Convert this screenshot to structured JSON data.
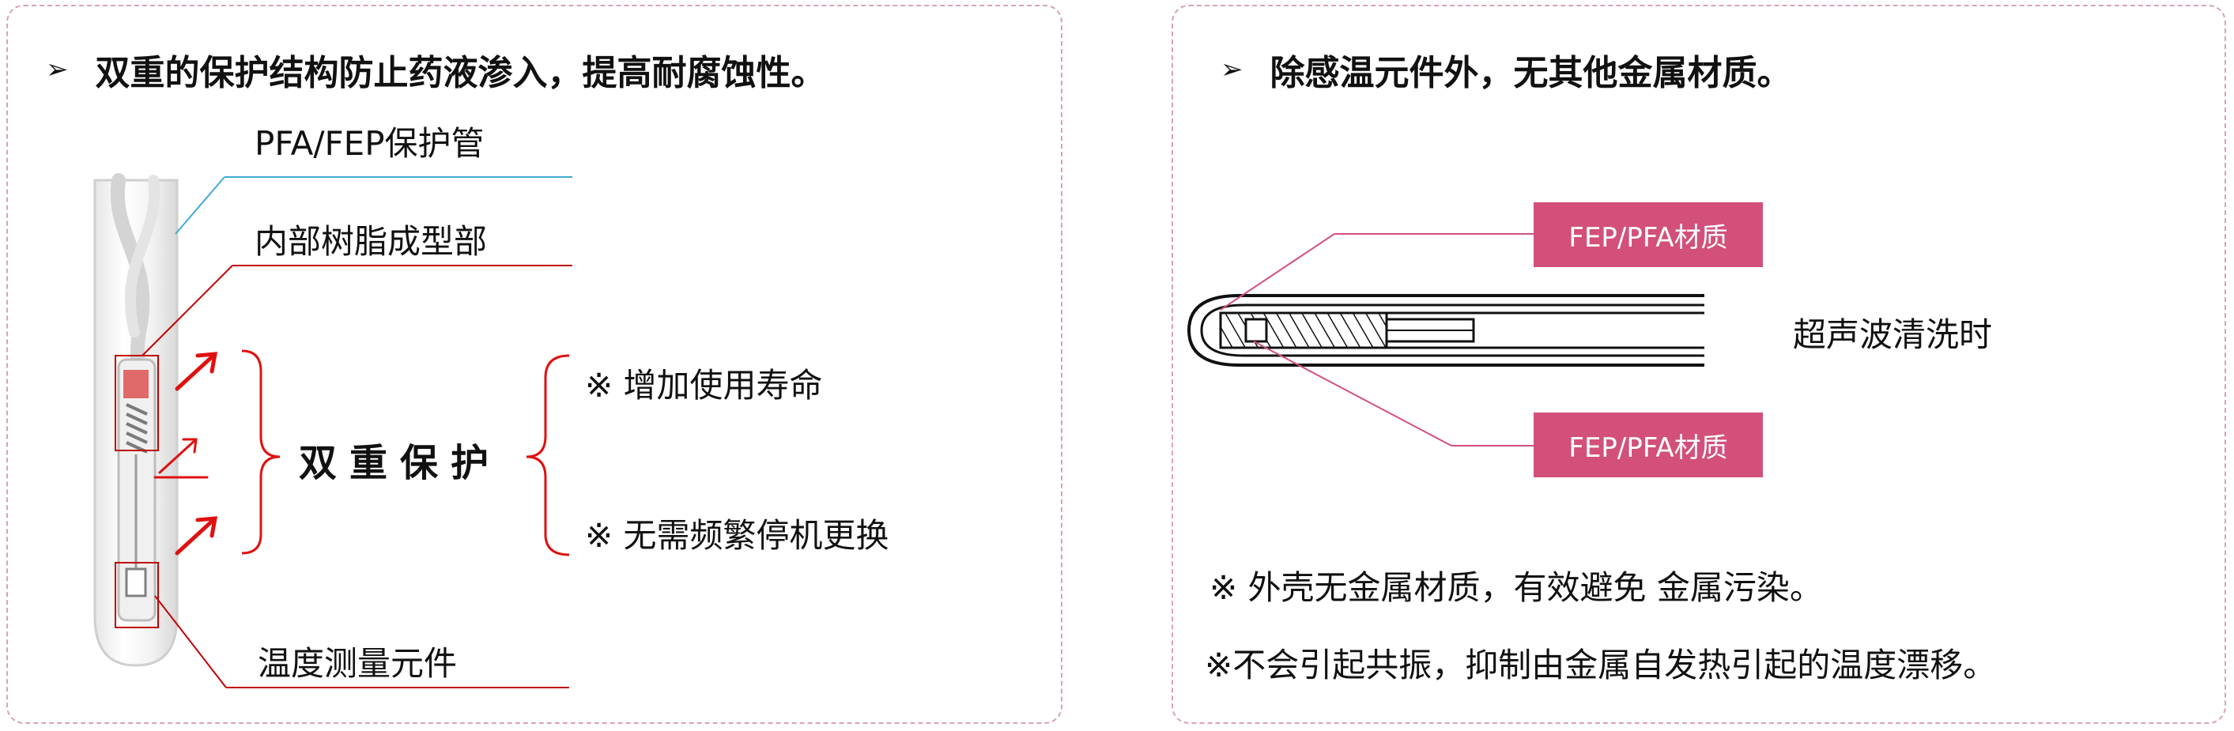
{
  "left_panel": {
    "heading": "双重的保护结构防止药液渗入，提高耐腐蚀性。",
    "bullet": "➢",
    "labels": {
      "protective_tube": "PFA/FEP保护管",
      "inner_resin": "内部树脂成型部",
      "sensor_element": "温度测量元件"
    },
    "center_label": "双重保护",
    "notes": [
      "※ 增加使用寿命",
      "※ 无需频繁停机更换"
    ],
    "colors": {
      "leader_blue": "#3fa9d6",
      "leader_red": "#c00000",
      "arrow_red": "#e01010"
    }
  },
  "right_panel": {
    "heading": "除感温元件外，无其他金属材质。",
    "bullet": "➢",
    "tags": [
      "FEP/PFA材质",
      "FEP/PFA材质"
    ],
    "side_label": "超声波清洗时",
    "notes": [
      "※ 外壳无金属材质，有效避免 金属污染。",
      "※不会引起共振，抑制由金属自发热引起的温度漂移。"
    ],
    "colors": {
      "tag_bg": "#d2507a",
      "leader": "#d2507a"
    }
  },
  "colors": {
    "panel_border": "#d9a3b0"
  }
}
